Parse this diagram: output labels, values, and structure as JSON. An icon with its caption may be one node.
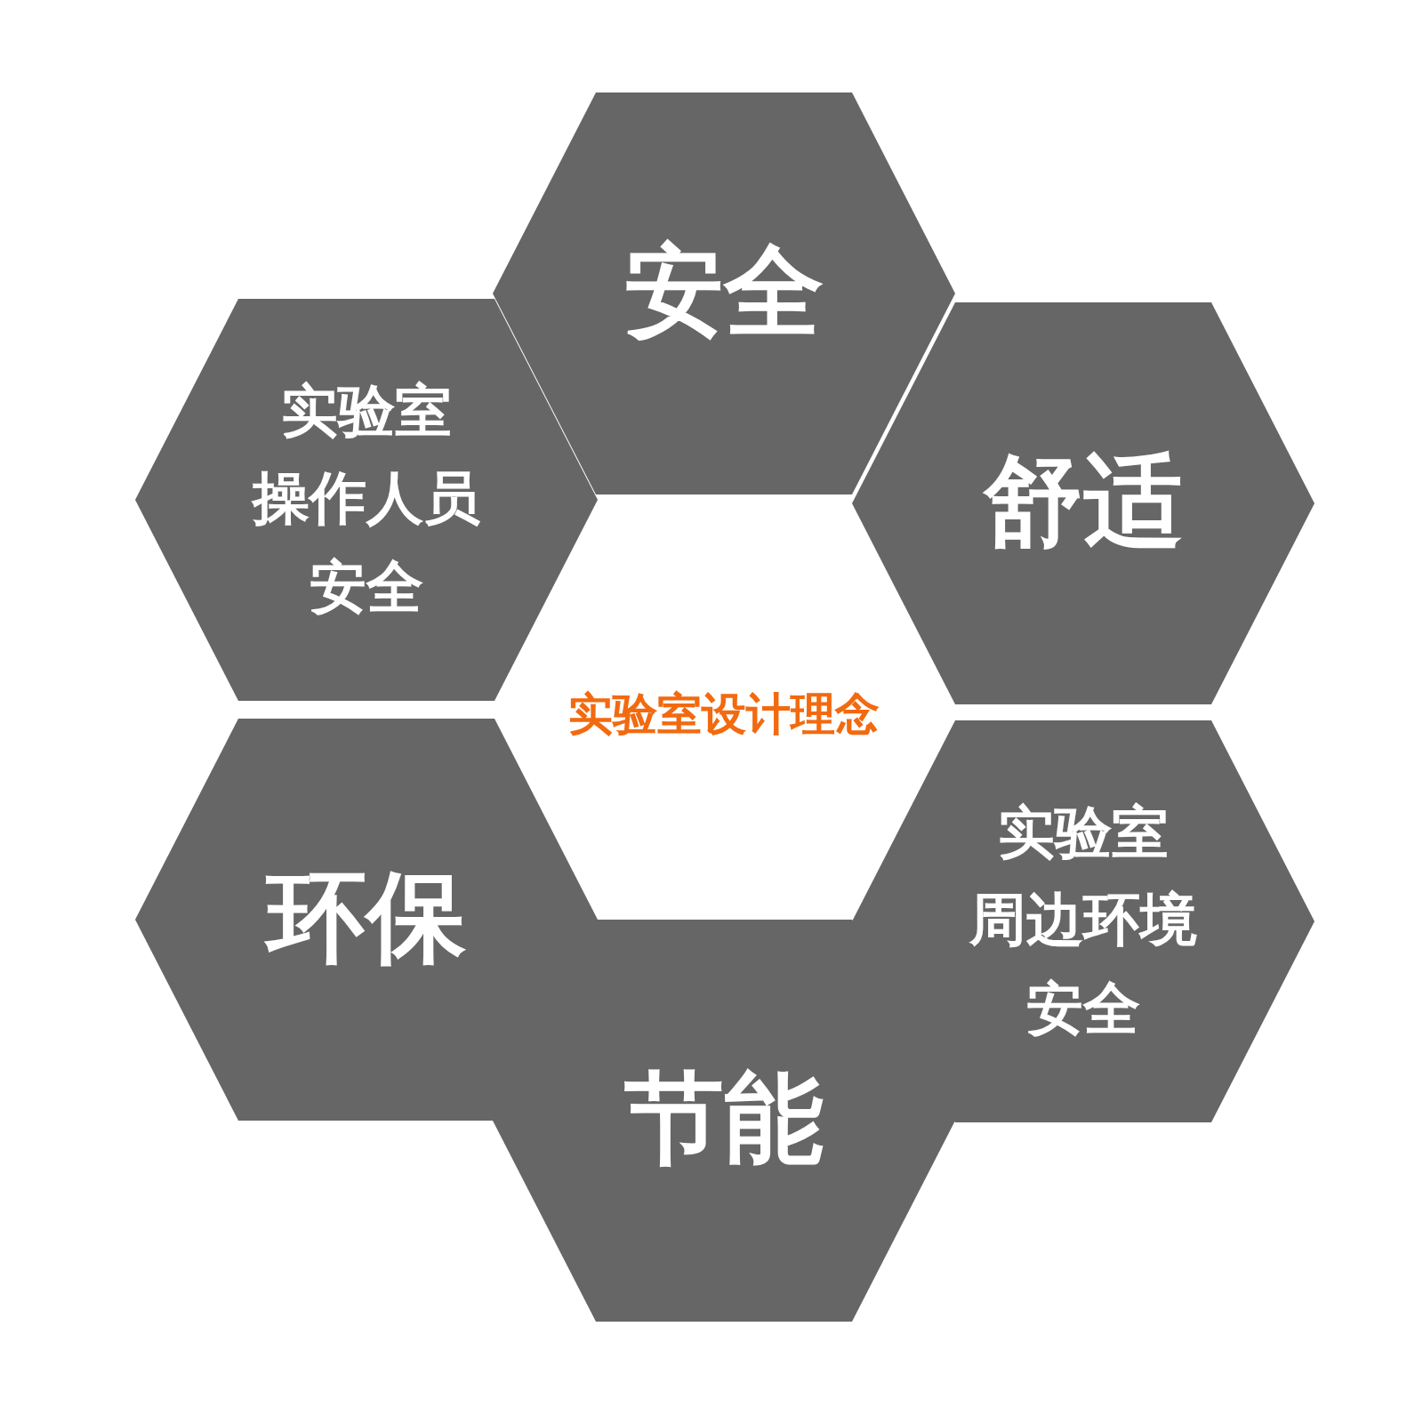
{
  "diagram": {
    "title": "实验室设计理念",
    "nodes": [
      {
        "text": [
          "安全"
        ]
      },
      {
        "text": [
          "实验室操作人员安全"
        ]
      },
      {
        "text": [
          "舒适"
        ]
      },
      {
        "text": [
          "环保"
        ]
      },
      {
        "text": [
          "实验室周边环境安全"
        ]
      },
      {
        "text": [
          "节能"
        ]
      }
    ]
  }
}
